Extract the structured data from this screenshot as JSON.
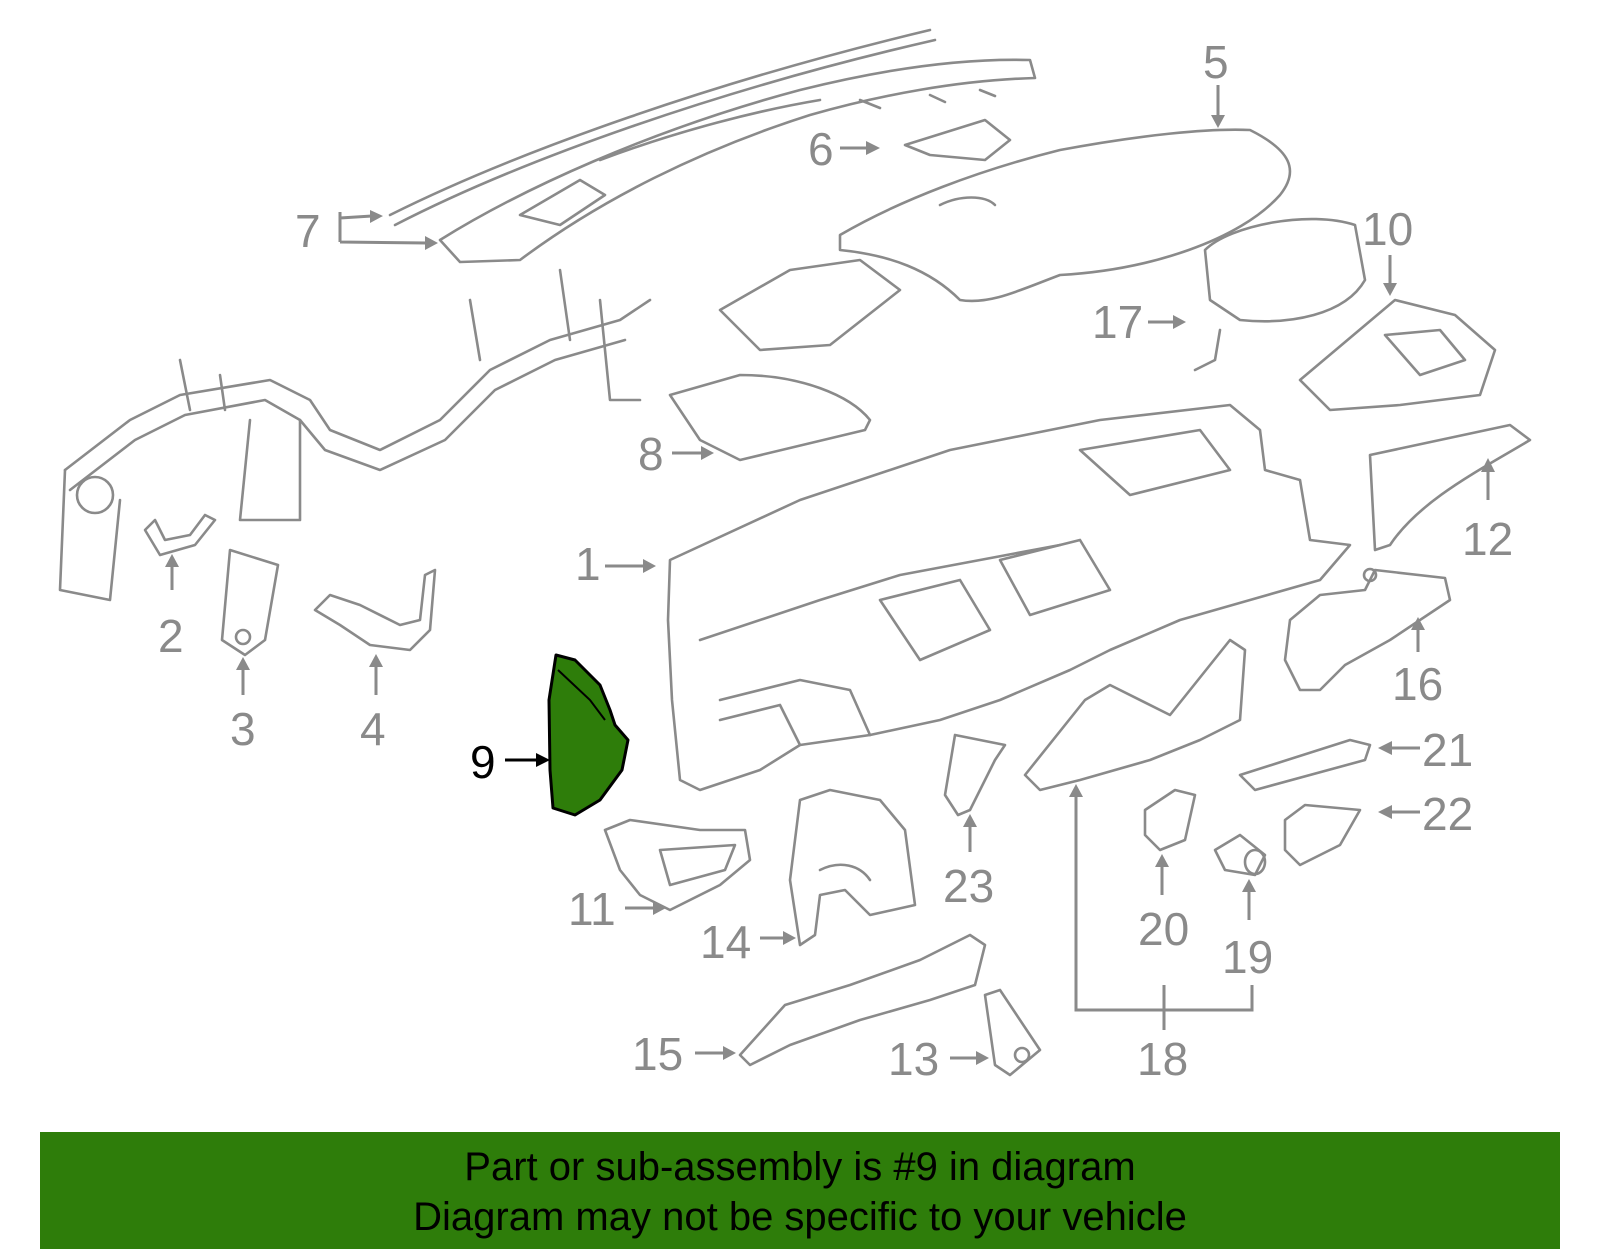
{
  "colors": {
    "highlight": "#2e7d0a",
    "line": "#8a8a8a",
    "banner": "#2e7d0a"
  },
  "highlighted_part": "9",
  "callouts": [
    "1",
    "2",
    "3",
    "4",
    "5",
    "6",
    "7",
    "8",
    "9",
    "10",
    "11",
    "12",
    "13",
    "14",
    "15",
    "16",
    "17",
    "18",
    "19",
    "20",
    "21",
    "22",
    "23"
  ],
  "banner": {
    "line1": "Part or sub-assembly is #9 in diagram",
    "line2": "Diagram may not be specific to your vehicle"
  }
}
